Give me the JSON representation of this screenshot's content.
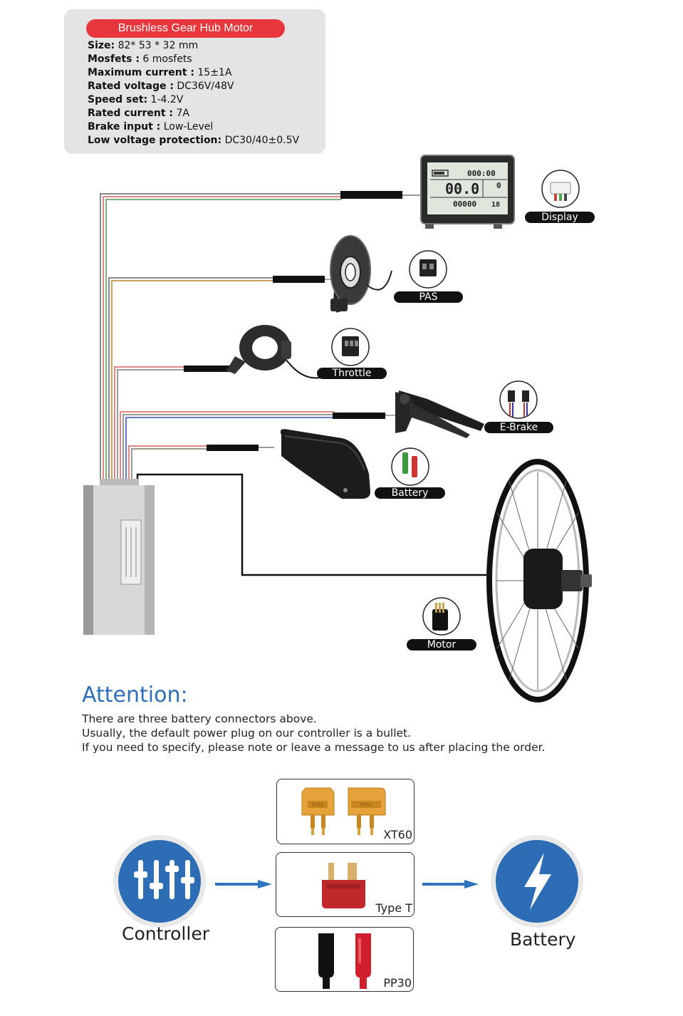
{
  "spec": {
    "title": "Brushless Gear Hub Motor",
    "rows": [
      {
        "label": "Size:",
        "value": " 82* 53 * 32 mm"
      },
      {
        "label": "Mosfets :",
        "value": " 6 mosfets"
      },
      {
        "label": "Maximum current :",
        "value": " 15±1A"
      },
      {
        "label": "Rated voltage :",
        "value": " DC36V/48V"
      },
      {
        "label": "Speed set:",
        "value": " 1-4.2V"
      },
      {
        "label": "Rated current :",
        "value": " 7A"
      },
      {
        "label": "Brake input :",
        "value": " Low-Level"
      },
      {
        "label": "Low voltage protection:",
        "value": " DC30/40±0.5V"
      }
    ]
  },
  "display_screen": {
    "top_time": "000:00",
    "speed": "00.0",
    "odo": "00000",
    "temp": "18",
    "side_digit": "0"
  },
  "connectors": {
    "display": "Display",
    "pas": "PAS",
    "throttle": "Throttle",
    "ebrake": "E-Brake",
    "battery": "Battery",
    "motor": "Motor"
  },
  "attention": {
    "title": "Attention:",
    "lines": [
      "There are three battery connectors above.",
      "Usually, the default power plug on our controller is a bullet.",
      "If you need to specify, please note or leave a message to us after placing the order."
    ]
  },
  "plugs": {
    "xt60": "XT60",
    "typet": "Type T",
    "pp30": "PP30",
    "xt60_marking": "XT60"
  },
  "flow": {
    "controller": "Controller",
    "battery": "Battery"
  },
  "colors": {
    "spec_title_bg": "#e8373c",
    "attention_blue": "#2f6fba",
    "icon_blue": "#2c6db5",
    "arrow_blue": "#2f74c0"
  }
}
